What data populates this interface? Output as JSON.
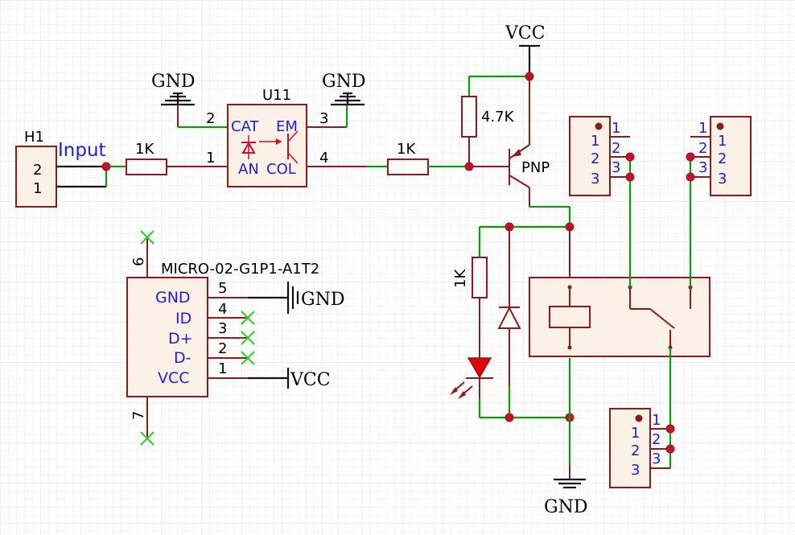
{
  "labels": {
    "vcc_top": "VCC",
    "gnd_left": "GND",
    "gnd_mid": "GND",
    "gnd_bottom": "GND",
    "gnd_usb": "GND",
    "vcc_usb": "VCC",
    "h1_ref": "H1",
    "input_net": "Input",
    "r_input": "1K",
    "r_base": "1K",
    "r_pullup": "4.7K",
    "r_led": "1K",
    "u11_ref": "U11",
    "transistor": "PNP",
    "usb_part": "MICRO-02-G1P1-A1T2"
  },
  "h1": {
    "pins": [
      "2",
      "1"
    ]
  },
  "optocoupler": {
    "pin_cat": "CAT",
    "pin_an": "AN",
    "pin_em": "EM",
    "pin_col": "COL",
    "num_2": "2",
    "num_1": "1",
    "num_3": "3",
    "num_4": "4"
  },
  "usb": {
    "pins": [
      {
        "name": "GND",
        "num": "5"
      },
      {
        "name": "ID",
        "num": "4"
      },
      {
        "name": "D+",
        "num": "3"
      },
      {
        "name": "D-",
        "num": "2"
      },
      {
        "name": "VCC",
        "num": "1"
      }
    ],
    "top_pin": "6",
    "bottom_pin": "7"
  },
  "headers": {
    "left": {
      "pins": [
        "1",
        "2",
        "3"
      ],
      "nums": [
        "1",
        "2",
        "3"
      ]
    },
    "right": {
      "pins": [
        "1",
        "2",
        "3"
      ],
      "nums": [
        "1",
        "2",
        "3"
      ]
    },
    "bottom": {
      "pins": [
        "1",
        "2",
        "3"
      ],
      "nums": [
        "1",
        "2",
        "3"
      ]
    }
  },
  "colors": {
    "wire": "#0a9a0a",
    "part_outline": "#8b1a1a",
    "part_fill": "#fbf1e6",
    "pin_text": "#1f1fd0",
    "junction": "#c8102e",
    "led": "#e00000",
    "no_connect": "#2ecc2e"
  }
}
